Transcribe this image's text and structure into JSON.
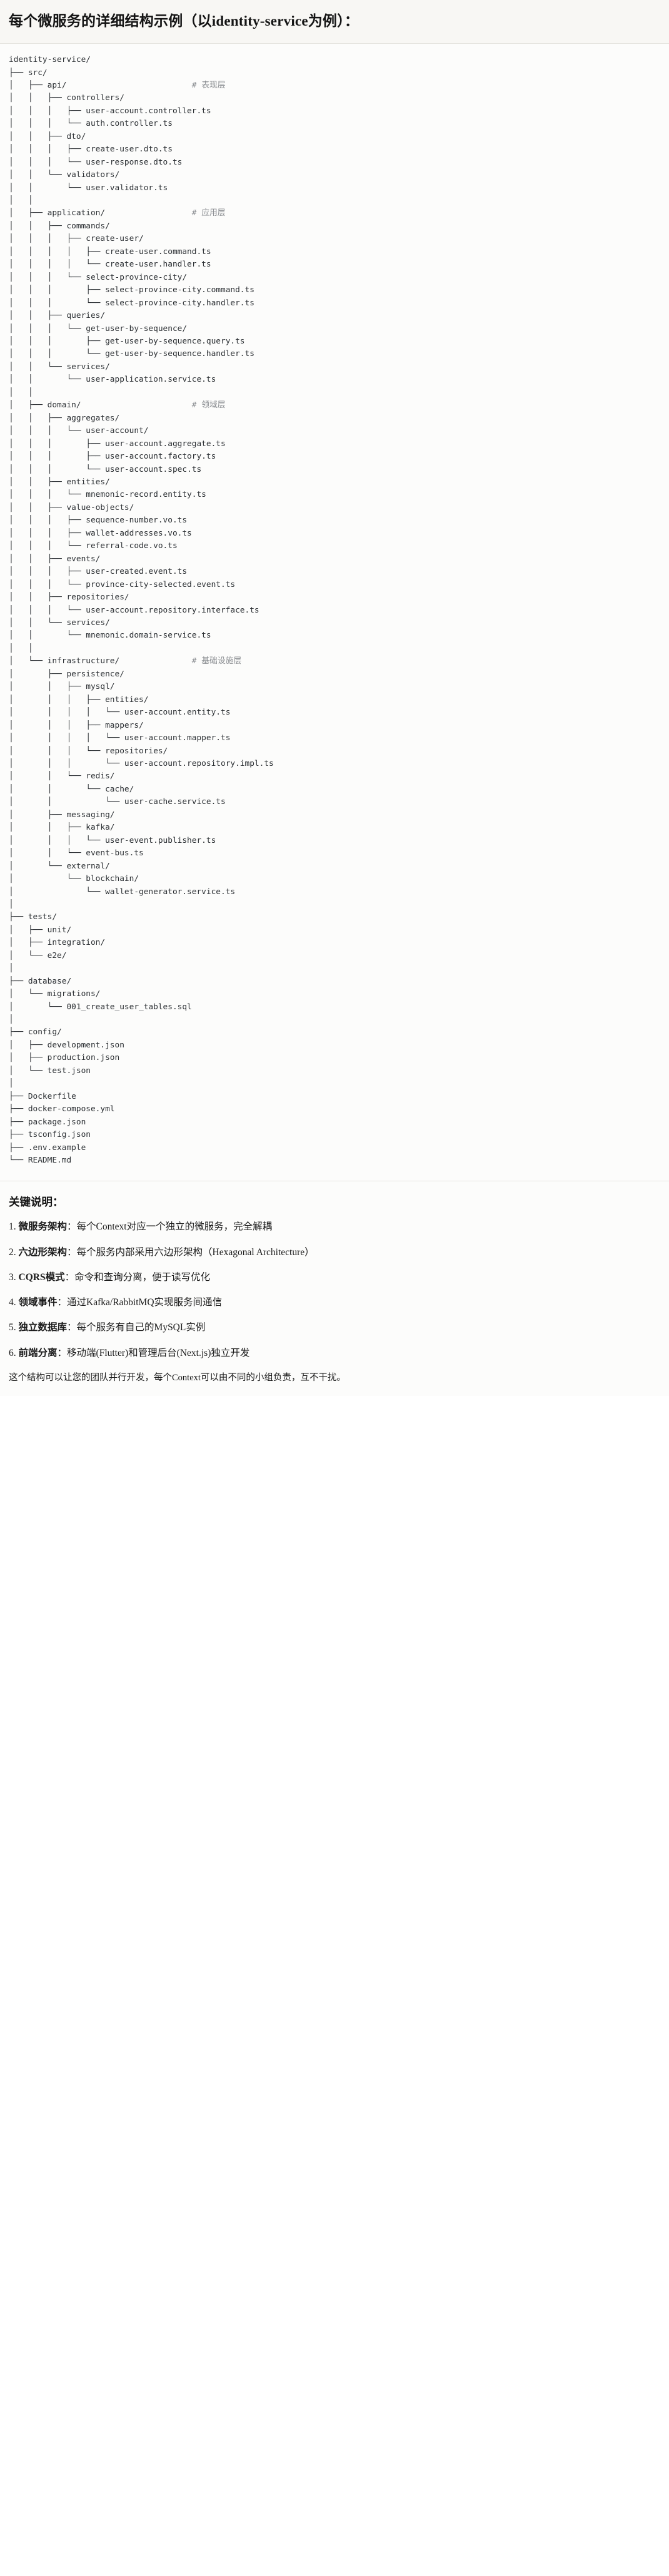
{
  "header": {
    "title": "每个微服务的详细结构示例（以identity-service为例）："
  },
  "tree": {
    "root_label": "identity-service/",
    "lines": [
      {
        "prefix": "",
        "name": "identity-service/",
        "comment": ""
      },
      {
        "prefix": "├── ",
        "name": "src/",
        "comment": ""
      },
      {
        "prefix": "│   ├── ",
        "name": "api/",
        "comment": "# 表现层"
      },
      {
        "prefix": "│   │   ├── ",
        "name": "controllers/",
        "comment": ""
      },
      {
        "prefix": "│   │   │   ├── ",
        "name": "user-account.controller.ts",
        "comment": ""
      },
      {
        "prefix": "│   │   │   └── ",
        "name": "auth.controller.ts",
        "comment": ""
      },
      {
        "prefix": "│   │   ├── ",
        "name": "dto/",
        "comment": ""
      },
      {
        "prefix": "│   │   │   ├── ",
        "name": "create-user.dto.ts",
        "comment": ""
      },
      {
        "prefix": "│   │   │   └── ",
        "name": "user-response.dto.ts",
        "comment": ""
      },
      {
        "prefix": "│   │   └── ",
        "name": "validators/",
        "comment": ""
      },
      {
        "prefix": "│   │       └── ",
        "name": "user.validator.ts",
        "comment": ""
      },
      {
        "prefix": "│   │",
        "name": "",
        "comment": ""
      },
      {
        "prefix": "│   ├── ",
        "name": "application/",
        "comment": "# 应用层"
      },
      {
        "prefix": "│   │   ├── ",
        "name": "commands/",
        "comment": ""
      },
      {
        "prefix": "│   │   │   ├── ",
        "name": "create-user/",
        "comment": ""
      },
      {
        "prefix": "│   │   │   │   ├── ",
        "name": "create-user.command.ts",
        "comment": ""
      },
      {
        "prefix": "│   │   │   │   └── ",
        "name": "create-user.handler.ts",
        "comment": ""
      },
      {
        "prefix": "│   │   │   └── ",
        "name": "select-province-city/",
        "comment": ""
      },
      {
        "prefix": "│   │   │       ├── ",
        "name": "select-province-city.command.ts",
        "comment": ""
      },
      {
        "prefix": "│   │   │       └── ",
        "name": "select-province-city.handler.ts",
        "comment": ""
      },
      {
        "prefix": "│   │   ├── ",
        "name": "queries/",
        "comment": ""
      },
      {
        "prefix": "│   │   │   └── ",
        "name": "get-user-by-sequence/",
        "comment": ""
      },
      {
        "prefix": "│   │   │       ├── ",
        "name": "get-user-by-sequence.query.ts",
        "comment": ""
      },
      {
        "prefix": "│   │   │       └── ",
        "name": "get-user-by-sequence.handler.ts",
        "comment": ""
      },
      {
        "prefix": "│   │   └── ",
        "name": "services/",
        "comment": ""
      },
      {
        "prefix": "│   │       └── ",
        "name": "user-application.service.ts",
        "comment": ""
      },
      {
        "prefix": "│   │",
        "name": "",
        "comment": ""
      },
      {
        "prefix": "│   ├── ",
        "name": "domain/",
        "comment": "# 领域层"
      },
      {
        "prefix": "│   │   ├── ",
        "name": "aggregates/",
        "comment": ""
      },
      {
        "prefix": "│   │   │   └── ",
        "name": "user-account/",
        "comment": ""
      },
      {
        "prefix": "│   │   │       ├── ",
        "name": "user-account.aggregate.ts",
        "comment": ""
      },
      {
        "prefix": "│   │   │       ├── ",
        "name": "user-account.factory.ts",
        "comment": ""
      },
      {
        "prefix": "│   │   │       └── ",
        "name": "user-account.spec.ts",
        "comment": ""
      },
      {
        "prefix": "│   │   ├── ",
        "name": "entities/",
        "comment": ""
      },
      {
        "prefix": "│   │   │   └── ",
        "name": "mnemonic-record.entity.ts",
        "comment": ""
      },
      {
        "prefix": "│   │   ├── ",
        "name": "value-objects/",
        "comment": ""
      },
      {
        "prefix": "│   │   │   ├── ",
        "name": "sequence-number.vo.ts",
        "comment": ""
      },
      {
        "prefix": "│   │   │   ├── ",
        "name": "wallet-addresses.vo.ts",
        "comment": ""
      },
      {
        "prefix": "│   │   │   └── ",
        "name": "referral-code.vo.ts",
        "comment": ""
      },
      {
        "prefix": "│   │   ├── ",
        "name": "events/",
        "comment": ""
      },
      {
        "prefix": "│   │   │   ├── ",
        "name": "user-created.event.ts",
        "comment": ""
      },
      {
        "prefix": "│   │   │   └── ",
        "name": "province-city-selected.event.ts",
        "comment": ""
      },
      {
        "prefix": "│   │   ├── ",
        "name": "repositories/",
        "comment": ""
      },
      {
        "prefix": "│   │   │   └── ",
        "name": "user-account.repository.interface.ts",
        "comment": ""
      },
      {
        "prefix": "│   │   └── ",
        "name": "services/",
        "comment": ""
      },
      {
        "prefix": "│   │       └── ",
        "name": "mnemonic.domain-service.ts",
        "comment": ""
      },
      {
        "prefix": "│   │",
        "name": "",
        "comment": ""
      },
      {
        "prefix": "│   └── ",
        "name": "infrastructure/",
        "comment": "# 基础设施层"
      },
      {
        "prefix": "│       ├── ",
        "name": "persistence/",
        "comment": ""
      },
      {
        "prefix": "│       │   ├── ",
        "name": "mysql/",
        "comment": ""
      },
      {
        "prefix": "│       │   │   ├── ",
        "name": "entities/",
        "comment": ""
      },
      {
        "prefix": "│       │   │   │   └── ",
        "name": "user-account.entity.ts",
        "comment": ""
      },
      {
        "prefix": "│       │   │   ├── ",
        "name": "mappers/",
        "comment": ""
      },
      {
        "prefix": "│       │   │   │   └── ",
        "name": "user-account.mapper.ts",
        "comment": ""
      },
      {
        "prefix": "│       │   │   └── ",
        "name": "repositories/",
        "comment": ""
      },
      {
        "prefix": "│       │   │       └── ",
        "name": "user-account.repository.impl.ts",
        "comment": ""
      },
      {
        "prefix": "│       │   └── ",
        "name": "redis/",
        "comment": ""
      },
      {
        "prefix": "│       │       └── ",
        "name": "cache/",
        "comment": ""
      },
      {
        "prefix": "│       │           └── ",
        "name": "user-cache.service.ts",
        "comment": ""
      },
      {
        "prefix": "│       ├── ",
        "name": "messaging/",
        "comment": ""
      },
      {
        "prefix": "│       │   ├── ",
        "name": "kafka/",
        "comment": ""
      },
      {
        "prefix": "│       │   │   └── ",
        "name": "user-event.publisher.ts",
        "comment": ""
      },
      {
        "prefix": "│       │   └── ",
        "name": "event-bus.ts",
        "comment": ""
      },
      {
        "prefix": "│       └── ",
        "name": "external/",
        "comment": ""
      },
      {
        "prefix": "│           └── ",
        "name": "blockchain/",
        "comment": ""
      },
      {
        "prefix": "│               └── ",
        "name": "wallet-generator.service.ts",
        "comment": ""
      },
      {
        "prefix": "│",
        "name": "",
        "comment": ""
      },
      {
        "prefix": "├── ",
        "name": "tests/",
        "comment": ""
      },
      {
        "prefix": "│   ├── ",
        "name": "unit/",
        "comment": ""
      },
      {
        "prefix": "│   ├── ",
        "name": "integration/",
        "comment": ""
      },
      {
        "prefix": "│   └── ",
        "name": "e2e/",
        "comment": ""
      },
      {
        "prefix": "│",
        "name": "",
        "comment": ""
      },
      {
        "prefix": "├── ",
        "name": "database/",
        "comment": ""
      },
      {
        "prefix": "│   └── ",
        "name": "migrations/",
        "comment": ""
      },
      {
        "prefix": "│       └── ",
        "name": "001_create_user_tables.sql",
        "comment": ""
      },
      {
        "prefix": "│",
        "name": "",
        "comment": ""
      },
      {
        "prefix": "├── ",
        "name": "config/",
        "comment": ""
      },
      {
        "prefix": "│   ├── ",
        "name": "development.json",
        "comment": ""
      },
      {
        "prefix": "│   ├── ",
        "name": "production.json",
        "comment": ""
      },
      {
        "prefix": "│   └── ",
        "name": "test.json",
        "comment": ""
      },
      {
        "prefix": "│",
        "name": "",
        "comment": ""
      },
      {
        "prefix": "├── ",
        "name": "Dockerfile",
        "comment": ""
      },
      {
        "prefix": "├── ",
        "name": "docker-compose.yml",
        "comment": ""
      },
      {
        "prefix": "├── ",
        "name": "package.json",
        "comment": ""
      },
      {
        "prefix": "├── ",
        "name": "tsconfig.json",
        "comment": ""
      },
      {
        "prefix": "├── ",
        "name": ".env.example",
        "comment": ""
      },
      {
        "prefix": "└── ",
        "name": "README.md",
        "comment": ""
      }
    ],
    "comment_column": 38
  },
  "notes": {
    "title": "关键说明：",
    "items": [
      {
        "num": "1.",
        "term": "微服务架构",
        "sep": "：",
        "desc": "每个Context对应一个独立的微服务，完全解耦"
      },
      {
        "num": "2.",
        "term": "六边形架构",
        "sep": "：",
        "desc": "每个服务内部采用六边形架构（Hexagonal Architecture）"
      },
      {
        "num": "3.",
        "term": "CQRS模式",
        "sep": "：",
        "desc": "命令和查询分离，便于读写优化"
      },
      {
        "num": "4.",
        "term": "领域事件",
        "sep": "：",
        "desc": "通过Kafka/RabbitMQ实现服务间通信"
      },
      {
        "num": "5.",
        "term": "独立数据库",
        "sep": "：",
        "desc": "每个服务有自己的MySQL实例"
      },
      {
        "num": "6.",
        "term": "前端分离",
        "sep": "：",
        "desc": "移动端(Flutter)和管理后台(Next.js)独立开发"
      }
    ],
    "footer": "这个结构可以让您的团队并行开发，每个Context可以由不同的小组负责，互不干扰。"
  },
  "colors": {
    "header_bg": "#f8f7f4",
    "code_bg": "#fcfcfb",
    "text": "#2b2f33",
    "comment": "#8a8d91",
    "border": "#e6e4df"
  }
}
